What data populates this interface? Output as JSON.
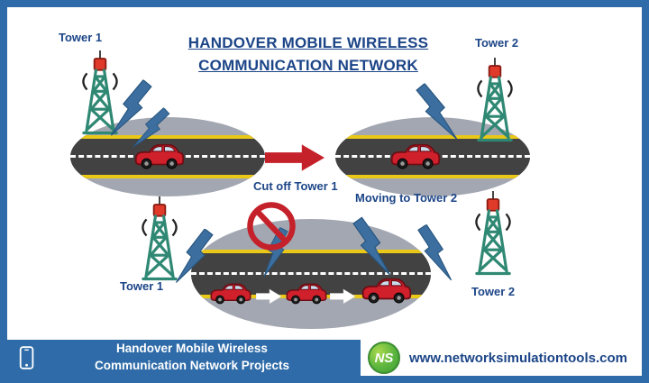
{
  "page": {
    "title_line1": "HANDOVER MOBILE WIRELESS",
    "title_line2": "COMMUNICATION NETWORK"
  },
  "scene": {
    "tower1_top_label": "Tower 1",
    "tower2_top_label": "Tower 2",
    "cut_off_label": "Cut off Tower 1",
    "moving_label": "Moving to Tower 2",
    "tower1_bottom_label": "Tower 1",
    "tower2_bottom_label": "Tower 2"
  },
  "footer": {
    "project_line1": "Handover Mobile Wireless",
    "project_line2": "Communication Network Projects",
    "logo_text": "NS",
    "website": "www.networksimulationtools.com"
  },
  "icons": {
    "phone": "smartphone-icon",
    "logo": "ns-logo",
    "no_entry": "no-entry-icon",
    "lightning": "lightning-bolt-icon",
    "tower": "cell-tower-icon",
    "car": "car-icon",
    "red_arrow": "handover-arrow-icon",
    "white_arrow": "movement-arrow-icon"
  },
  "colors": {
    "border_blue": "#2e6ba8",
    "title_blue": "#1c4587",
    "ellipse_gray": "#a2a7b1",
    "road_dark": "#424242",
    "road_yellow": "#e9c818",
    "car_red": "#d0202c",
    "bolt_blue": "#3c6e9f",
    "prohibit_red": "#c5212b",
    "logo_green": "#4aa63c",
    "footer_blue": "#2e6ba8"
  }
}
